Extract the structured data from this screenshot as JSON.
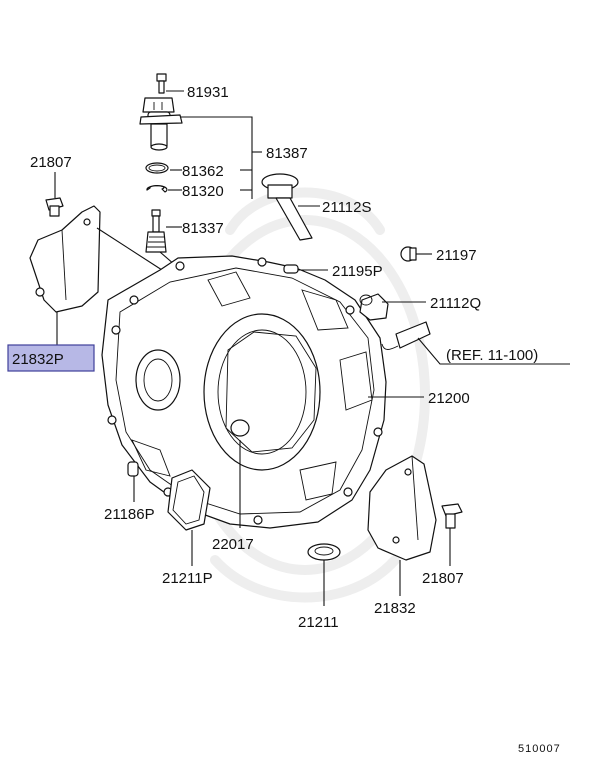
{
  "diagram": {
    "highlight_color": "#b7b8e6",
    "footer_code": "510007",
    "parts": [
      {
        "key": "p81931",
        "label": "81931"
      },
      {
        "key": "p81387",
        "label": "81387"
      },
      {
        "key": "p81362",
        "label": "81362"
      },
      {
        "key": "p81320",
        "label": "81320"
      },
      {
        "key": "p81337",
        "label": "81337"
      },
      {
        "key": "p21807a",
        "label": "21807"
      },
      {
        "key": "p21112S",
        "label": "21112S"
      },
      {
        "key": "p21197",
        "label": "21197"
      },
      {
        "key": "p21195P",
        "label": "21195P"
      },
      {
        "key": "p21112Q",
        "label": "21112Q"
      },
      {
        "key": "p21832P",
        "label": "21832P",
        "highlighted": true
      },
      {
        "key": "pref",
        "label": "(REF. 11-100)"
      },
      {
        "key": "p21200",
        "label": "21200"
      },
      {
        "key": "p21186P",
        "label": "21186P"
      },
      {
        "key": "p22017",
        "label": "22017"
      },
      {
        "key": "p21211P",
        "label": "21211P"
      },
      {
        "key": "p21807b",
        "label": "21807"
      },
      {
        "key": "p21832",
        "label": "21832"
      },
      {
        "key": "p21211",
        "label": "21211"
      }
    ]
  }
}
